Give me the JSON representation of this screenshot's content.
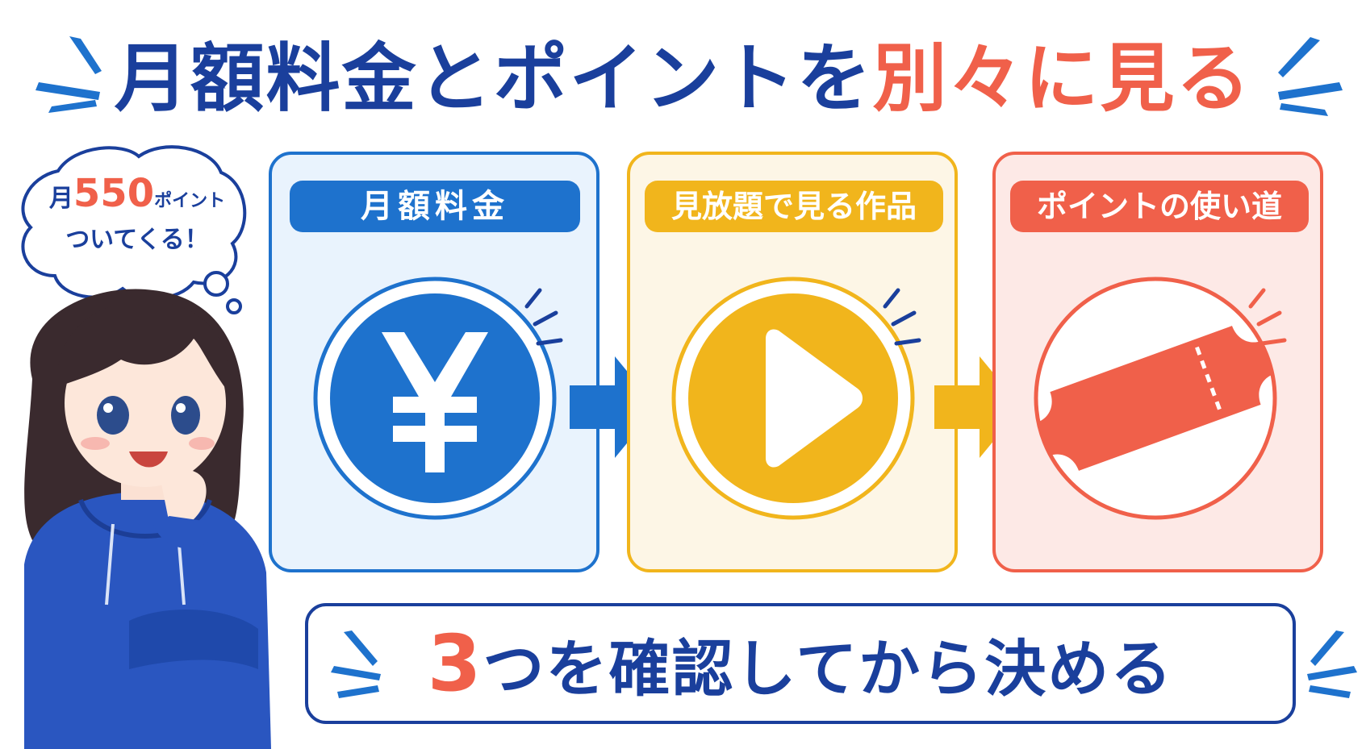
{
  "title": {
    "part_blue": "月額料金とポイントを",
    "part_red": "別々に見る"
  },
  "bubble": {
    "line1_prefix": "月",
    "line1_number": "550",
    "line1_suffix": "ポイント",
    "line2": "ついてくる！"
  },
  "cards": [
    {
      "label": "月額料金",
      "icon": "yen-icon",
      "color": "#1e72cd"
    },
    {
      "label": "見放題で見る作品",
      "icon": "play-icon",
      "color": "#f1b51c"
    },
    {
      "label": "ポイントの使い道",
      "icon": "ticket-icon",
      "color": "#f0604a"
    }
  ],
  "banner": {
    "number": "3",
    "text": "つを確認してから決める"
  },
  "colors": {
    "navy": "#1a3f9c",
    "blue": "#1e72cd",
    "yellow": "#f1b51c",
    "red": "#f0604a"
  }
}
